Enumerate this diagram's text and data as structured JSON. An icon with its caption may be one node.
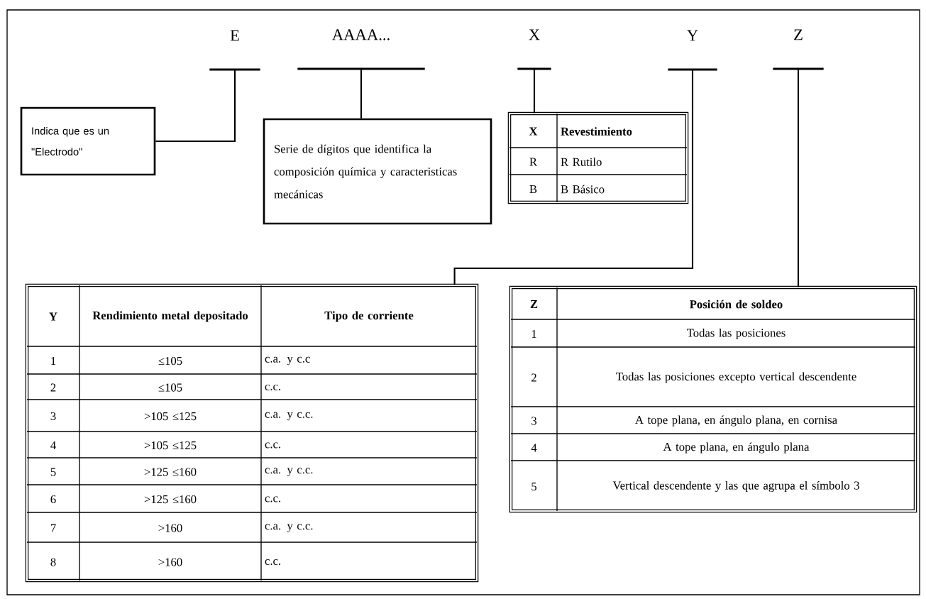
{
  "diagram": {
    "nodes": [
      {
        "text": [
          "E"
        ]
      },
      {
        "text": [
          "AAAA..."
        ]
      },
      {
        "text": [
          "X"
        ]
      },
      {
        "text": [
          "Y"
        ]
      },
      {
        "text": [
          "Z"
        ]
      },
      {
        "text": [
          "Indica que es un \"Electrodo\""
        ]
      },
      {
        "text": [
          "Serie de dígitos que identifica la composición química y caracteristicas mecánicas"
        ]
      },
      {
        "text": [
          "X",
          "Revestimiento",
          "R",
          "R Rutilo",
          "B",
          "B Básico"
        ]
      },
      {
        "text": [
          "Y",
          "Rendimiento metal depositado",
          "Tipo de corriente",
          "1",
          "≤105",
          "c.a. y c.c",
          "2",
          "≤105",
          "c.c.",
          "3",
          ">105 ≤125",
          "c.a. y c.c.",
          "4",
          ">105 ≤125",
          "c.c.",
          "5",
          ">125 ≤160",
          "c.a. y c.c.",
          "6",
          ">125 ≤160",
          "c.c.",
          "7",
          ">160",
          "c.a. y c.c.",
          "8",
          ">160",
          "c.c."
        ]
      },
      {
        "text": [
          "Z",
          "Posición de soldeo",
          "1",
          "Todas las posiciones",
          "2",
          "Todas las posiciones excepto vertical descendente",
          "3",
          "A tope plana, en ángulo plana, en cornisa",
          "4",
          "A tope plana, en ángulo plana",
          "5",
          "Vertical descendente y las que agrupa el símbolo 3"
        ]
      }
    ],
    "edges": [
      {
        "from": 0,
        "to": 5,
        "arrow": "none"
      },
      {
        "from": 1,
        "to": 6,
        "arrow": "none"
      },
      {
        "from": 2,
        "to": 7,
        "arrow": "none"
      },
      {
        "from": 3,
        "to": 8,
        "arrow": "none"
      },
      {
        "from": 4,
        "to": 9,
        "arrow": "none"
      }
    ]
  }
}
